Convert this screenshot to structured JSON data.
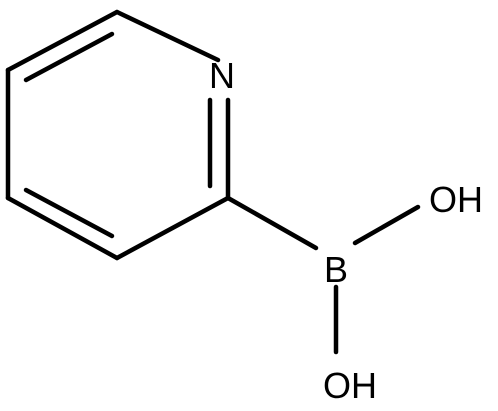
{
  "molecule": {
    "atoms": {
      "nitrogen": "N",
      "boron": "B",
      "hydroxyl_top": "OH",
      "hydroxyl_bottom": "OH"
    }
  }
}
